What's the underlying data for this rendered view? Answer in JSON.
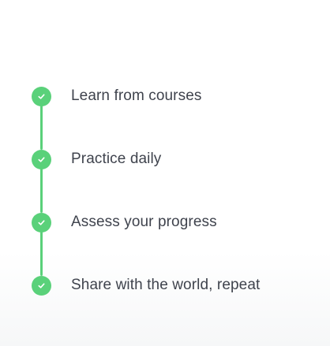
{
  "checklist": {
    "items": [
      {
        "label": "Learn from courses",
        "completed": true,
        "icon": "check-icon"
      },
      {
        "label": "Practice daily",
        "completed": true,
        "icon": "check-icon"
      },
      {
        "label": "Assess your progress",
        "completed": true,
        "icon": "check-icon"
      },
      {
        "label": "Share with the world, repeat",
        "completed": true,
        "icon": "check-icon"
      }
    ],
    "accent_color": "#5ad17a",
    "text_color": "#3f434d"
  }
}
